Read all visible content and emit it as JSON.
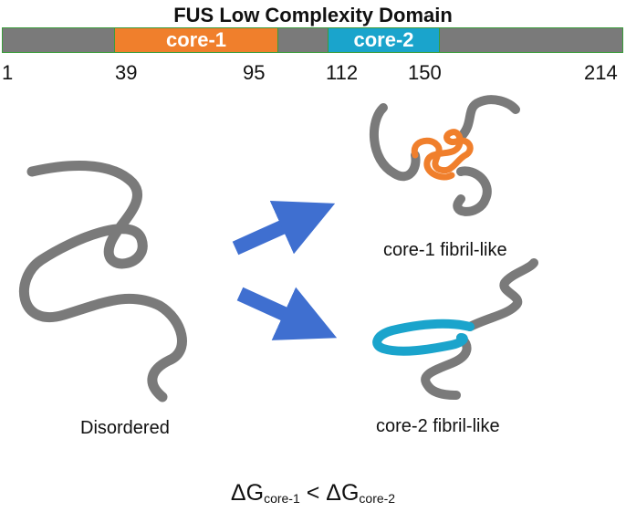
{
  "title": "FUS Low Complexity Domain",
  "domain_bar": {
    "core1_label": "core-1",
    "core2_label": "core-2",
    "colors": {
      "backbone": "#7a7a7a",
      "core1": "#f07f2c",
      "core2": "#1aa4cc",
      "border": "#3a9c3a",
      "arrow": "#3f6fd0"
    },
    "ticks": [
      "1",
      "39",
      "95",
      "112",
      "150",
      "214"
    ]
  },
  "states": {
    "disordered": "Disordered",
    "core1_fibril": "core-1 fibril-like",
    "core2_fibril": "core-2 fibril-like"
  },
  "energy": {
    "delta": "ΔG",
    "sub1": "core-1",
    "relation": " < ",
    "sub2": "core-2"
  }
}
